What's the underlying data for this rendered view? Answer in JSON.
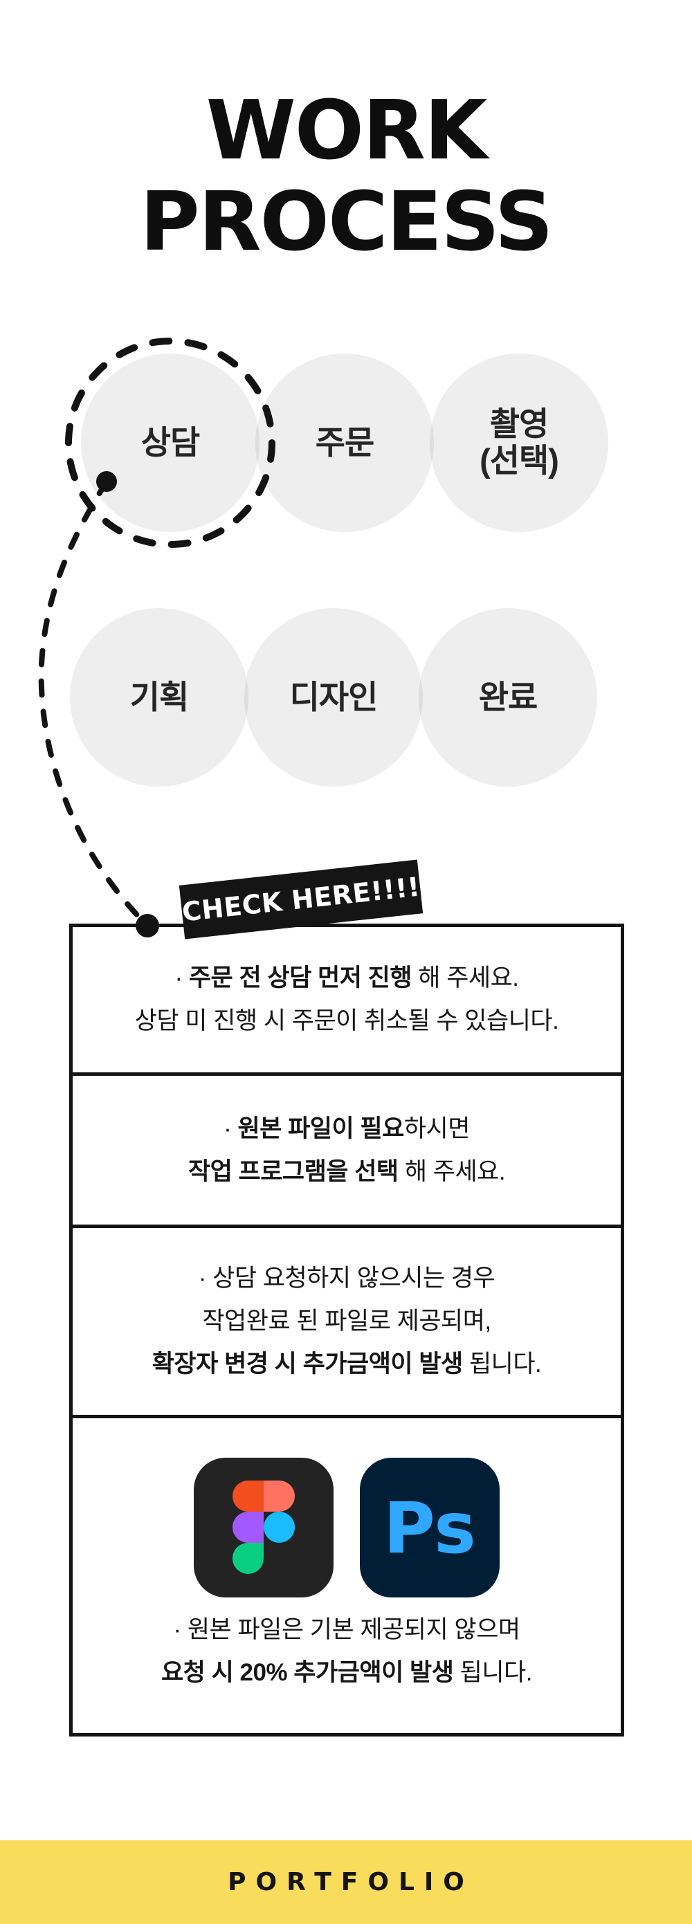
{
  "title": {
    "line1": "WORK",
    "line2": "PROCESS"
  },
  "process": {
    "row1": [
      {
        "label": "상담"
      },
      {
        "label": "주문"
      },
      {
        "label": "촬영",
        "label2": "(선택)"
      }
    ],
    "row2": [
      {
        "label": "기획"
      },
      {
        "label": "디자인"
      },
      {
        "label": "완료"
      }
    ]
  },
  "badge": {
    "label": "CHECK HERE!!!!"
  },
  "notes": {
    "sections": [
      {
        "lines": [
          {
            "pre": "· ",
            "strong": "주문 전 상담 먼저 진행",
            "post": " 해 주세요."
          },
          {
            "pre": "상담 미 진행 시 주문이 취소될 수 있습니다.",
            "strong": "",
            "post": ""
          }
        ]
      },
      {
        "lines": [
          {
            "pre": "· ",
            "strong": "원본 파일이 필요",
            "post": "하시면"
          },
          {
            "pre": "",
            "strong": "작업 프로그램을 선택",
            "post": " 해 주세요."
          }
        ]
      },
      {
        "lines": [
          {
            "pre": "· 상담 요청하지 않으시는 경우",
            "strong": "",
            "post": ""
          },
          {
            "pre": "작업완료 된 파일로 제공되며,",
            "strong": "",
            "post": ""
          },
          {
            "pre": "",
            "strong": "확장자 변경 시 추가금액이 발생",
            "post": " 됩니다."
          }
        ]
      },
      {
        "lines": [
          {
            "pre": "· 원본 파일은 기본 제공되지 않으며",
            "strong": "",
            "post": ""
          },
          {
            "pre": "",
            "strong": "요청 시 20% 추가금액이 발생",
            "post": " 됩니다."
          }
        ]
      }
    ]
  },
  "icons": {
    "figma": "figma-app-icon",
    "photoshop": "photoshop-app-icon",
    "ps_label": "Ps"
  },
  "footer": {
    "label": "PORTFOLIO"
  },
  "colors": {
    "accent_yellow": "#f9dc5c",
    "circle_gray": "#ececec",
    "ink": "#131313",
    "badge_bg": "#151515",
    "figma_bg": "#232323",
    "figma_orange": "#f24e1e",
    "figma_salmon": "#ff7262",
    "figma_purple": "#a259ff",
    "figma_blue": "#1abcfe",
    "figma_green": "#0acf83",
    "ps_bg": "#001e36",
    "ps_blue": "#31a8ff"
  }
}
